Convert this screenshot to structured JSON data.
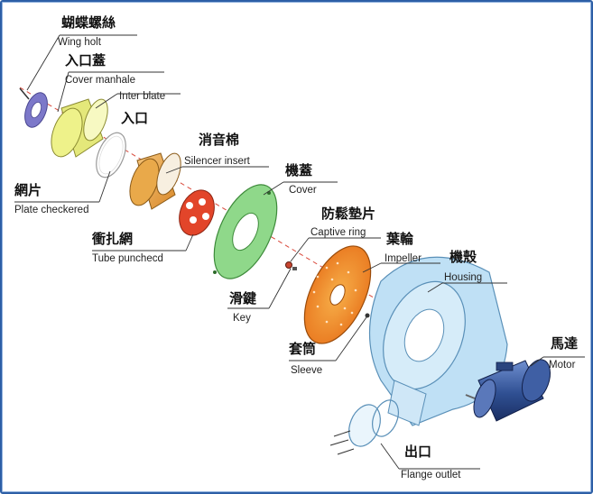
{
  "colors": {
    "border": "#2d5fa6",
    "wing_bolt": "#7c78c9",
    "cover_manhole": "#eef28a",
    "silencer": "#e9a94a",
    "tube": "#e2452a",
    "cover": "#8fd88a",
    "impeller": "#f08a2a",
    "housing": "#bfe0f5",
    "motor": "#2f4f92",
    "leader": "#333333",
    "axis": "#d9483a"
  },
  "parts": [
    {
      "id": "wing-bolt",
      "zh": "蝴蝶螺絲",
      "en": "Wing holt"
    },
    {
      "id": "cover-manhole",
      "zh": "入口蓋",
      "en": "Cover manhale"
    },
    {
      "id": "inter-plate",
      "zh": "入口",
      "en": "Inter blate"
    },
    {
      "id": "plate-checkered",
      "zh": "網片",
      "en": "Plate checkered"
    },
    {
      "id": "silencer-insert",
      "zh": "消音棉",
      "en": "Silencer insert"
    },
    {
      "id": "tube-punched",
      "zh": "衝扎網",
      "en": "Tube punchecd"
    },
    {
      "id": "cover",
      "zh": "機蓋",
      "en": "Cover"
    },
    {
      "id": "captive-ring",
      "zh": "防鬆墊片",
      "en": "Captive ring"
    },
    {
      "id": "key",
      "zh": "滑鍵",
      "en": "Key"
    },
    {
      "id": "impeller",
      "zh": "葉輪",
      "en": "Impeller"
    },
    {
      "id": "housing",
      "zh": "機殼",
      "en": "Housing"
    },
    {
      "id": "sleeve",
      "zh": "套筒",
      "en": "Sleeve"
    },
    {
      "id": "motor",
      "zh": "馬達",
      "en": "Motor"
    },
    {
      "id": "flange-outlet",
      "zh": "出口",
      "en": "Flange outlet"
    }
  ]
}
